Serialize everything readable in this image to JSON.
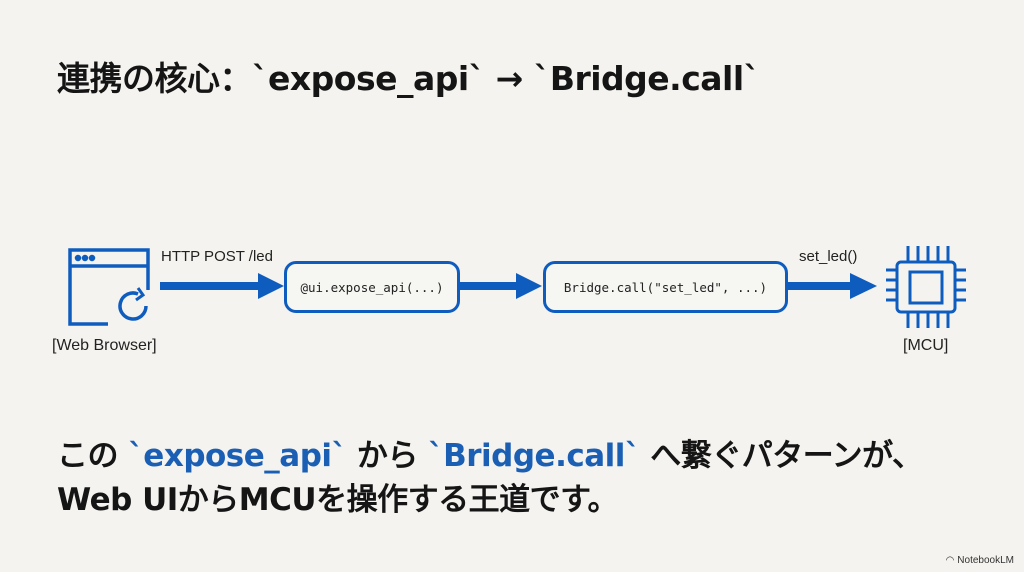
{
  "title": "連携の核心：`expose_api` → `Bridge.call`",
  "diagram": {
    "browser_label": "[Web Browser]",
    "mcu_label": "[MCU]",
    "edge1_label": "HTTP POST /led",
    "edge3_label": "set_led()",
    "box1": "@ui.expose_api(...)",
    "box2": "Bridge.call(\"set_led\", ...)",
    "accent": "#0f5cbf"
  },
  "body": {
    "line1_a": "この ",
    "line1_b": "`expose_api`",
    "line1_c": " から ",
    "line1_d": "`Bridge.call`",
    "line1_e": " へ繋ぐパターンが、",
    "line2": "Web UIからMCUを操作する王道です。"
  },
  "watermark": "NotebookLM"
}
